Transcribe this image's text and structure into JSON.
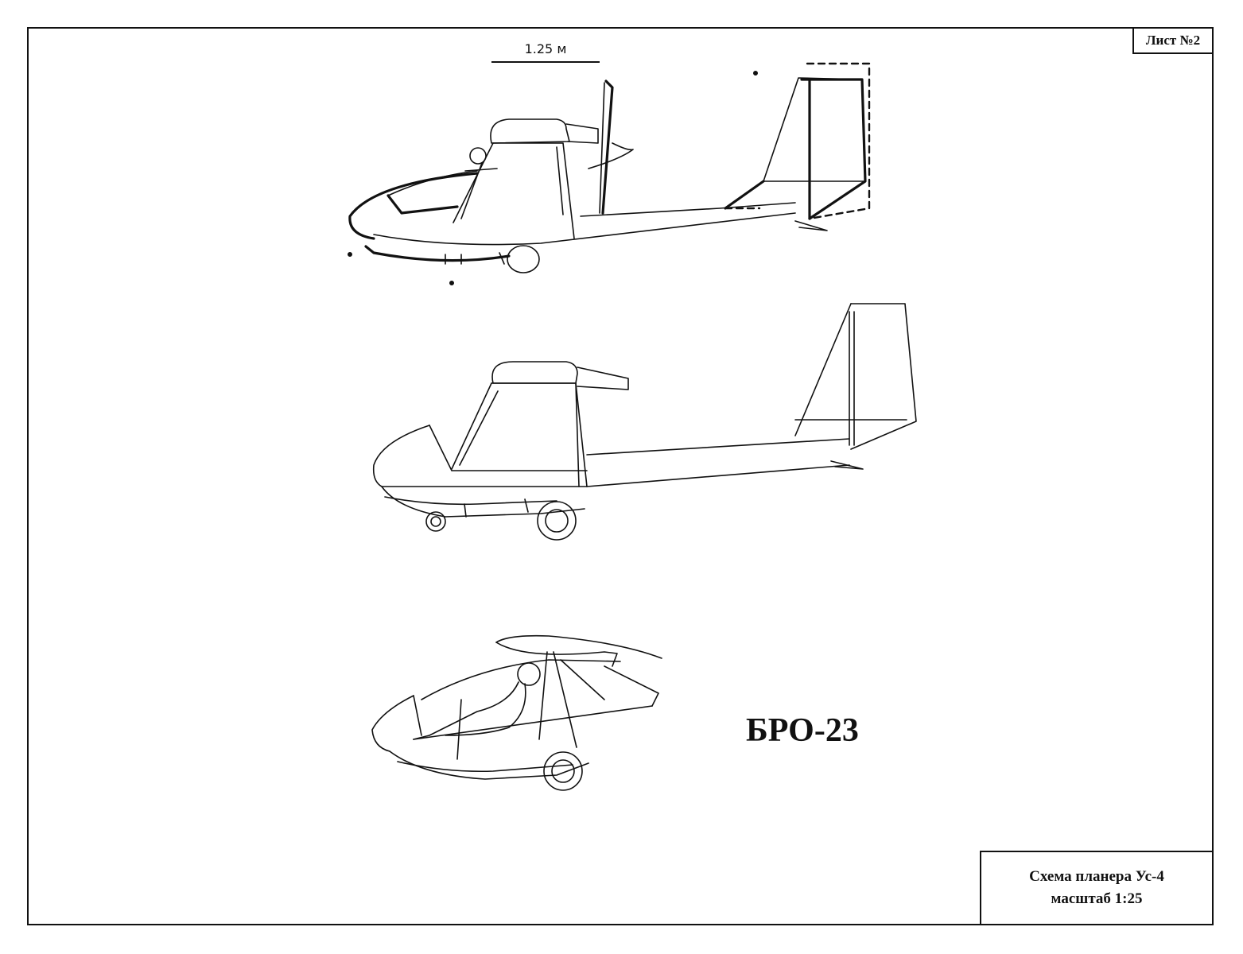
{
  "sheet": {
    "label": "Лист №2"
  },
  "scale_bar": {
    "label": "1.25  м"
  },
  "model": {
    "name": "БРО-23"
  },
  "title_block": {
    "line1": "Схема планера Ус-4",
    "line2": "масштаб 1:25"
  },
  "views": [
    {
      "id": "glider-top-view-modified",
      "icon": "glider-side-view-drawing"
    },
    {
      "id": "glider-middle-view",
      "icon": "glider-side-view-drawing"
    },
    {
      "id": "glider-bottom-view-with-pilot",
      "icon": "glider-frame-with-pilot-drawing"
    }
  ]
}
